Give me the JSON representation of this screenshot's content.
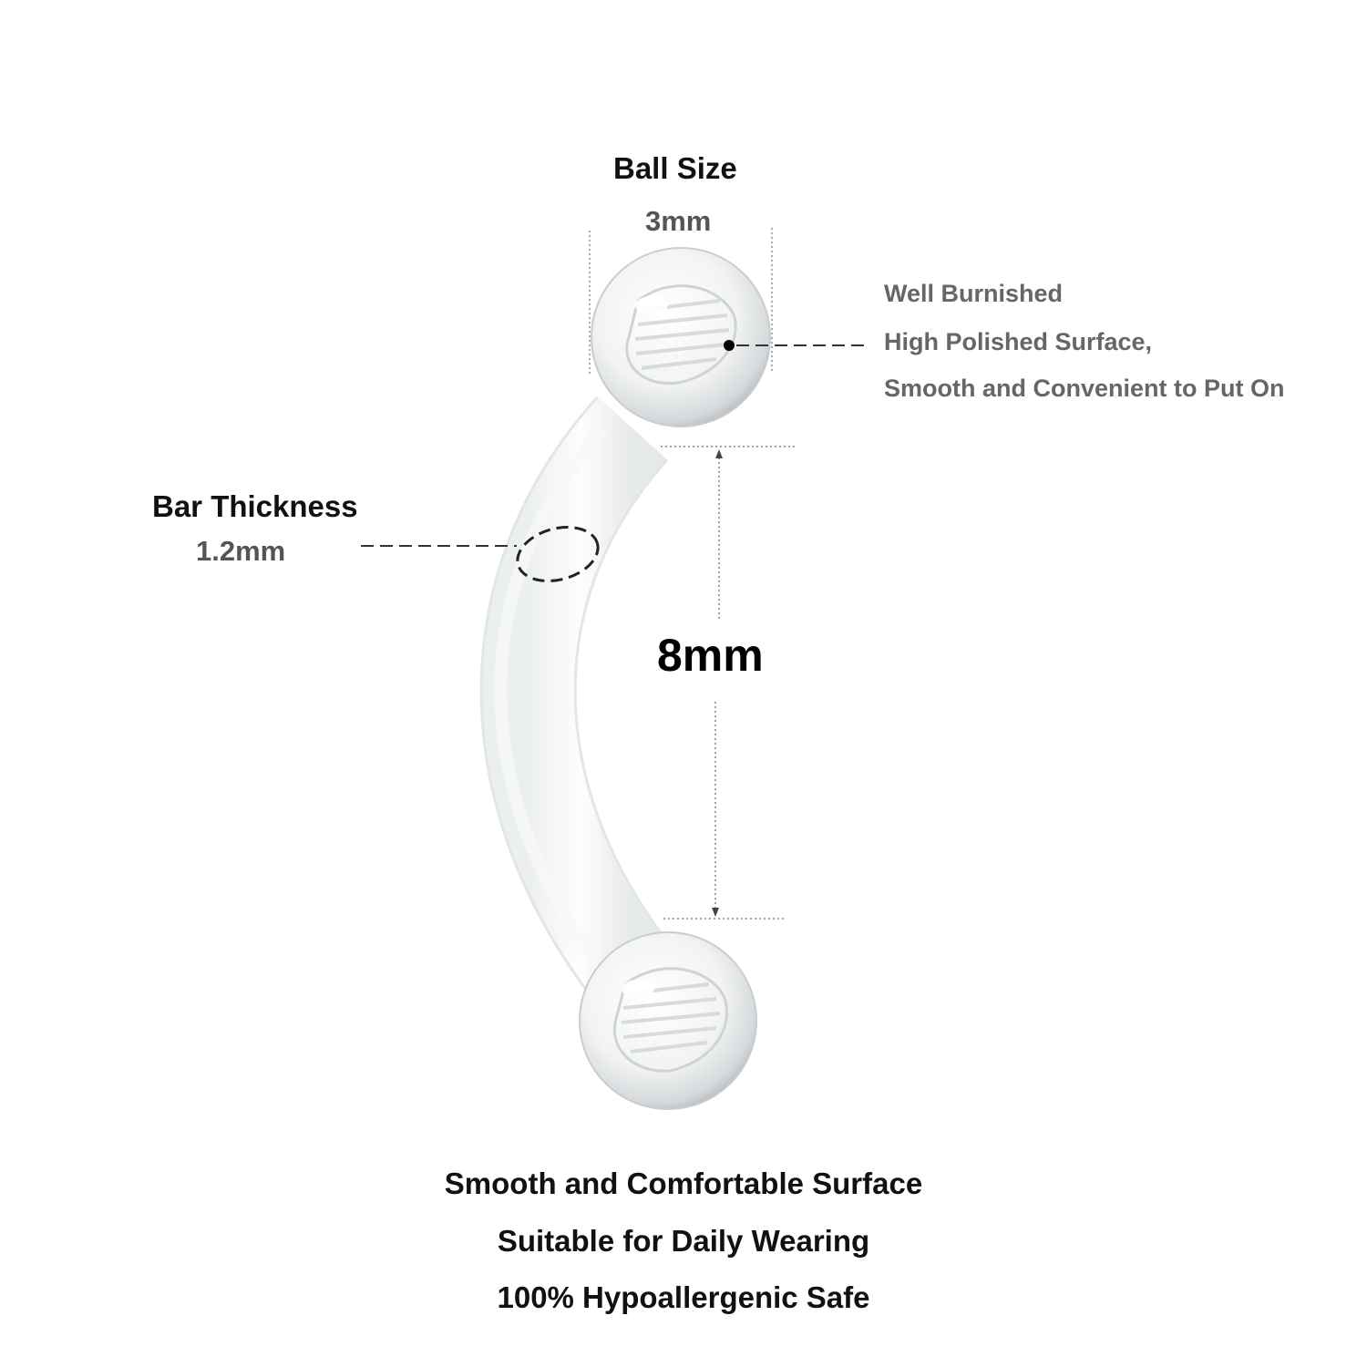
{
  "ball": {
    "title": "Ball Size",
    "value": "3mm"
  },
  "bar": {
    "title": "Bar Thickness",
    "value": "1.2mm"
  },
  "length": {
    "value": "8mm"
  },
  "features": [
    "Well Burnished",
    "High Polished Surface,",
    "Smooth and Convenient to Put On"
  ],
  "footer": [
    "Smooth and Comfortable Surface",
    "Suitable for Daily Wearing",
    "100% Hypoallergenic Safe"
  ],
  "colors": {
    "background": "#ffffff",
    "heading_text": "#111111",
    "value_text": "#555555",
    "feature_text": "#666666",
    "dimension_line": "#333333"
  }
}
